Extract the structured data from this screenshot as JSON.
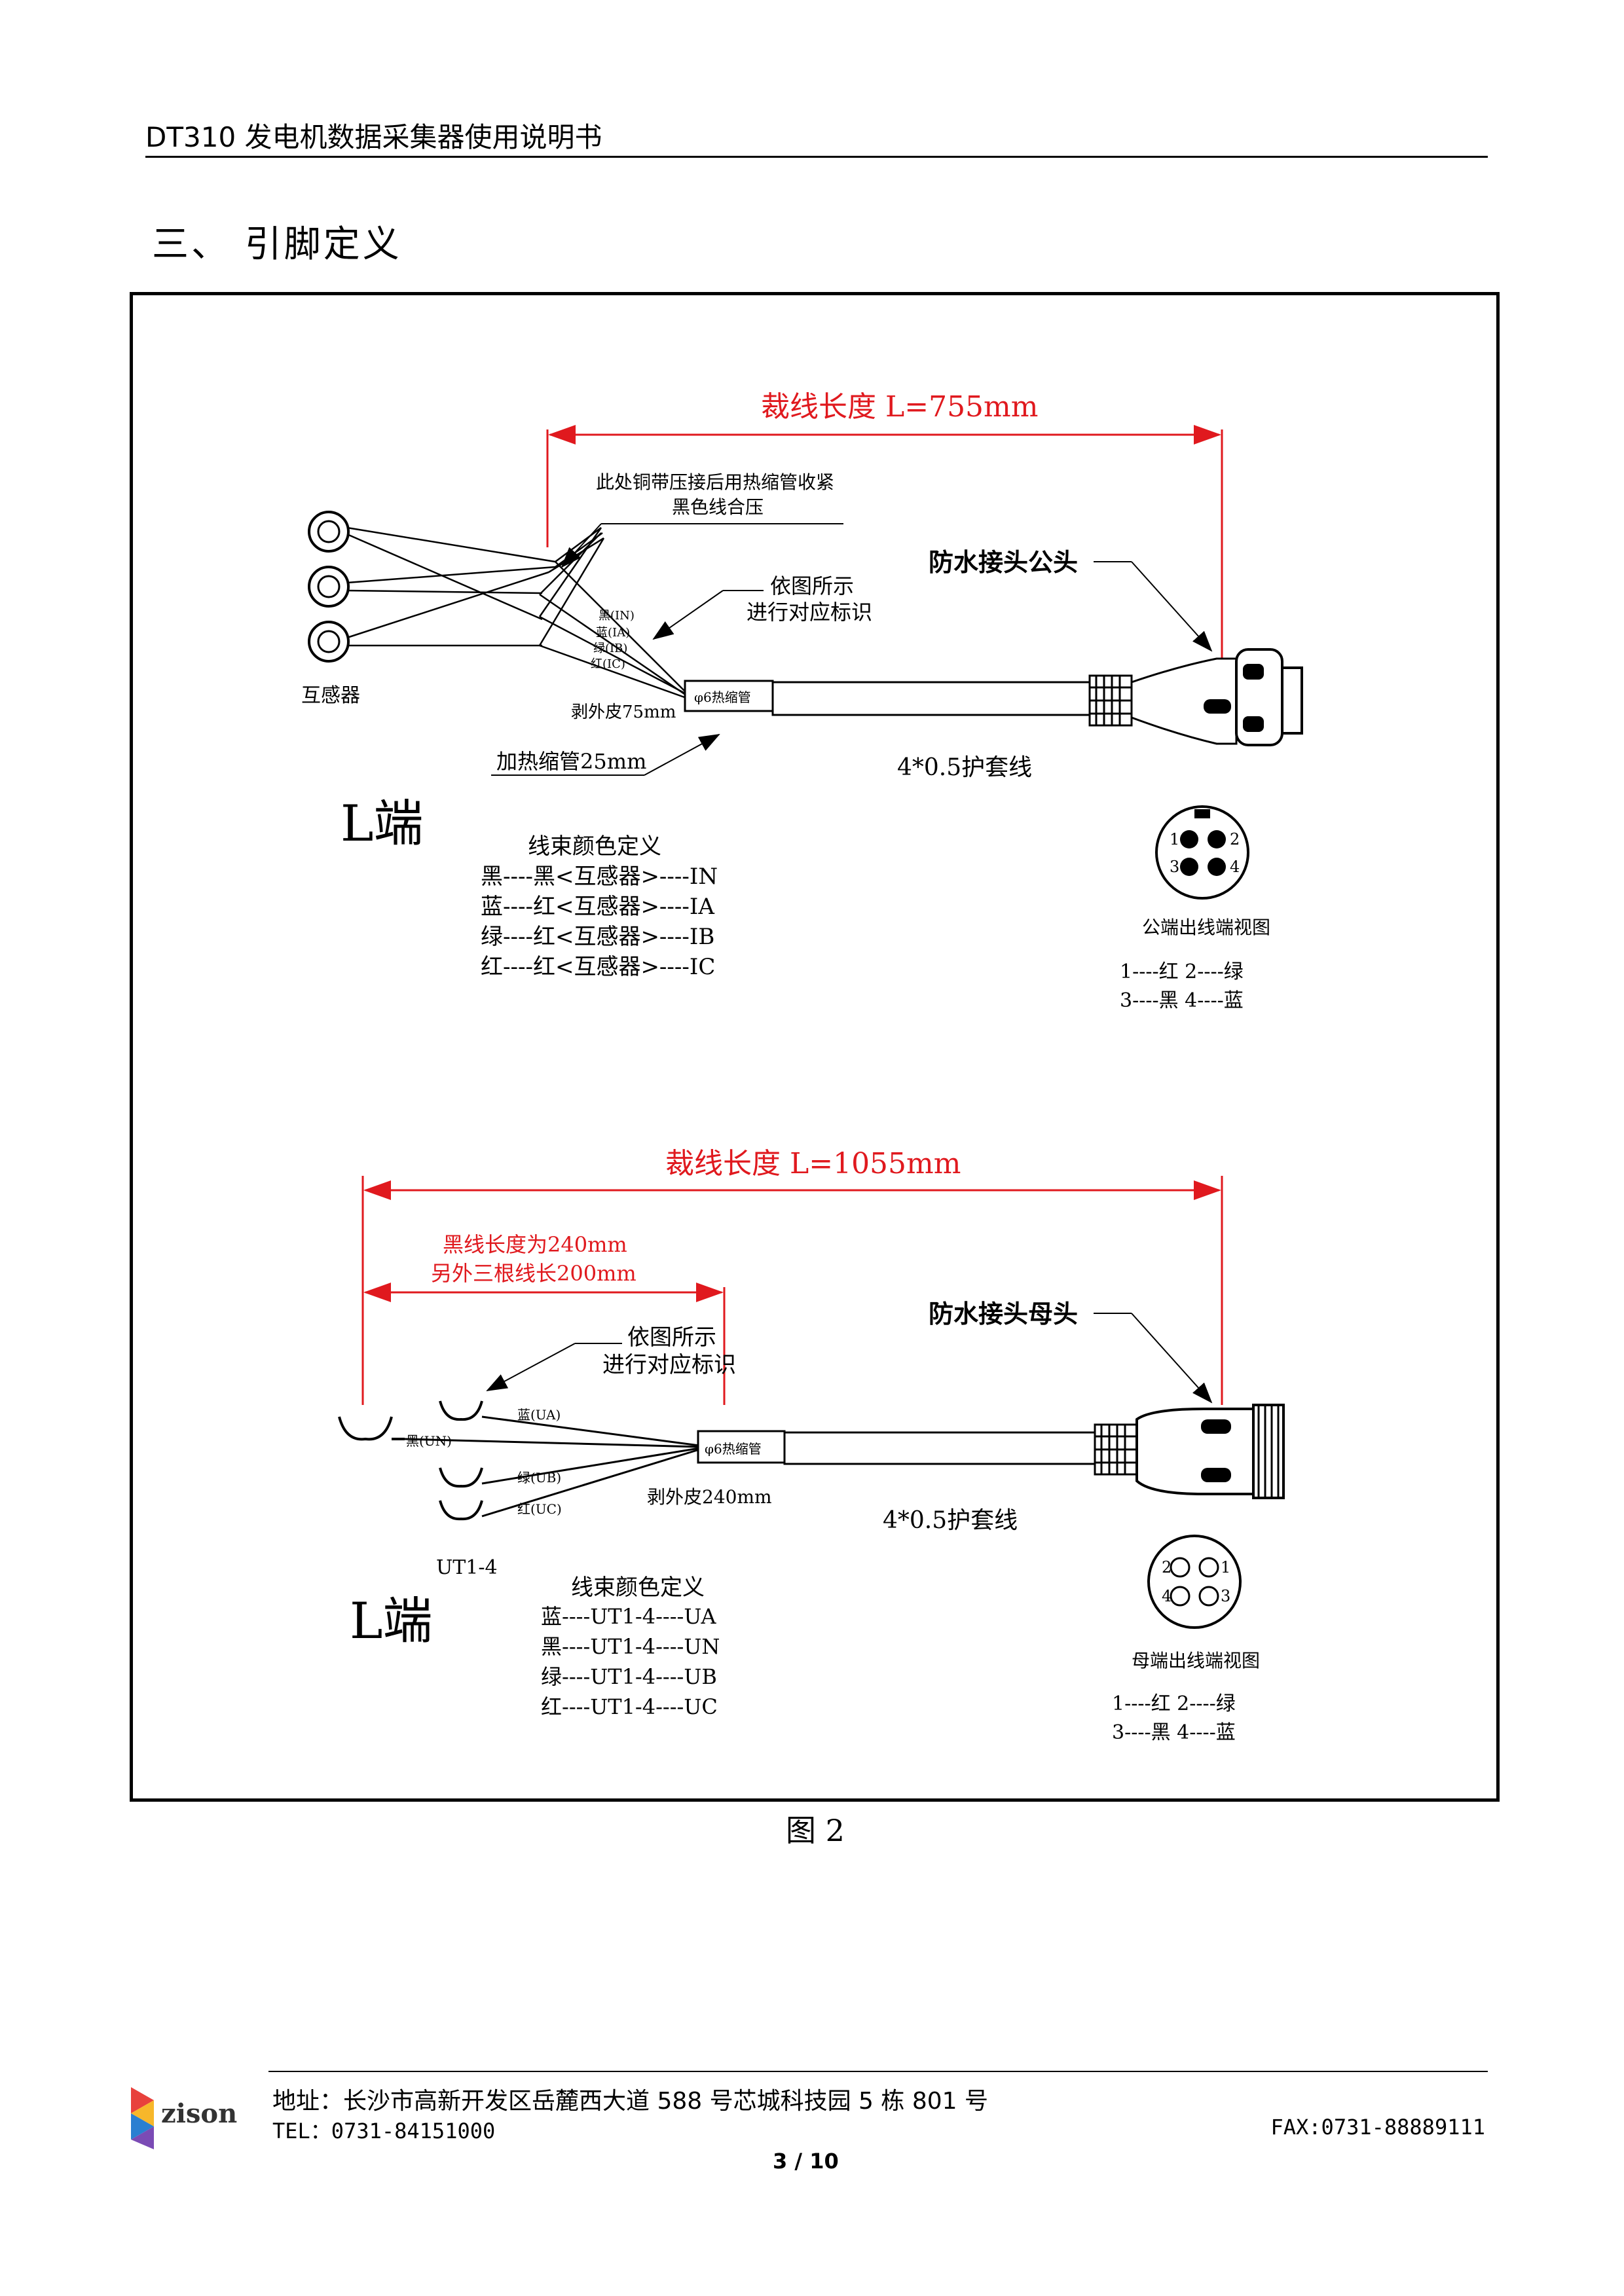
{
  "header": {
    "title": "DT310 发电机数据采集器使用说明书"
  },
  "section": {
    "title": "三、   引脚定义"
  },
  "figure": {
    "caption": "图 2",
    "top": {
      "length_label": "裁线长度 L=755mm",
      "note1": "此处铜带压接后用热缩管收紧",
      "note2": "黑色线合压",
      "mark1": "依图所示",
      "mark2": "进行对应标识",
      "connector_label": "防水接头公头",
      "sensor_label": "互感器",
      "strip_label": "剥外皮75mm",
      "sleeve_label": "φ6热缩管",
      "shrink_label": "加热缩管25mm",
      "cable_label": "4*0.5护套线",
      "end_label": "L端",
      "wire_tags": [
        "黑(IN)",
        "蓝(IA)",
        "绿(IB)",
        "红(IC)"
      ],
      "legend_title": "线束颜色定义",
      "legend": [
        "黑----黑<互感器>----IN",
        "蓝----红<互感器>----IA",
        "绿----红<互感器>----IB",
        "红----红<互感器>----IC"
      ],
      "pin_view_label": "公端出线端视图",
      "pins": [
        "1",
        "2",
        "3",
        "4"
      ],
      "pin_map": [
        "1----红   2----绿",
        "3----黑   4----蓝"
      ]
    },
    "bottom": {
      "length_label": "裁线长度 L=1055mm",
      "black_len": "黑线长度为240mm",
      "other_len": "另外三根线长200mm",
      "mark1": "依图所示",
      "mark2": "进行对应标识",
      "connector_label": "防水接头母头",
      "sleeve_label": "φ6热缩管",
      "strip_label": "剥外皮240mm",
      "cable_label": "4*0.5护套线",
      "terminal_label": "UT1-4",
      "end_label": "L端",
      "wire_tags": [
        "蓝(UA)",
        "黑(UN)",
        "绿(UB)",
        "红(UC)"
      ],
      "legend_title": "线束颜色定义",
      "legend": [
        "蓝----UT1-4----UA",
        "黑----UT1-4----UN",
        "绿----UT1-4----UB",
        "红----UT1-4----UC"
      ],
      "pin_view_label": "母端出线端视图",
      "pins": [
        "2",
        "1",
        "4",
        "3"
      ],
      "pin_map": [
        "1----红   2----绿",
        "3----黑   4----蓝"
      ]
    }
  },
  "footer": {
    "logo_text": "zison",
    "address": "地址：长沙市高新开发区岳麓西大道 588 号芯城科技园 5 栋 801 号",
    "tel": "TEL：0731-84151000",
    "fax": "FAX:0731-88889111",
    "page": "3 / 10",
    "colors": {
      "logo_red": "#e8413c",
      "logo_yellow": "#f7b72a",
      "logo_blue": "#2a7fd1",
      "logo_purple": "#7b4bb5",
      "dim_red": "#e0191e"
    }
  }
}
